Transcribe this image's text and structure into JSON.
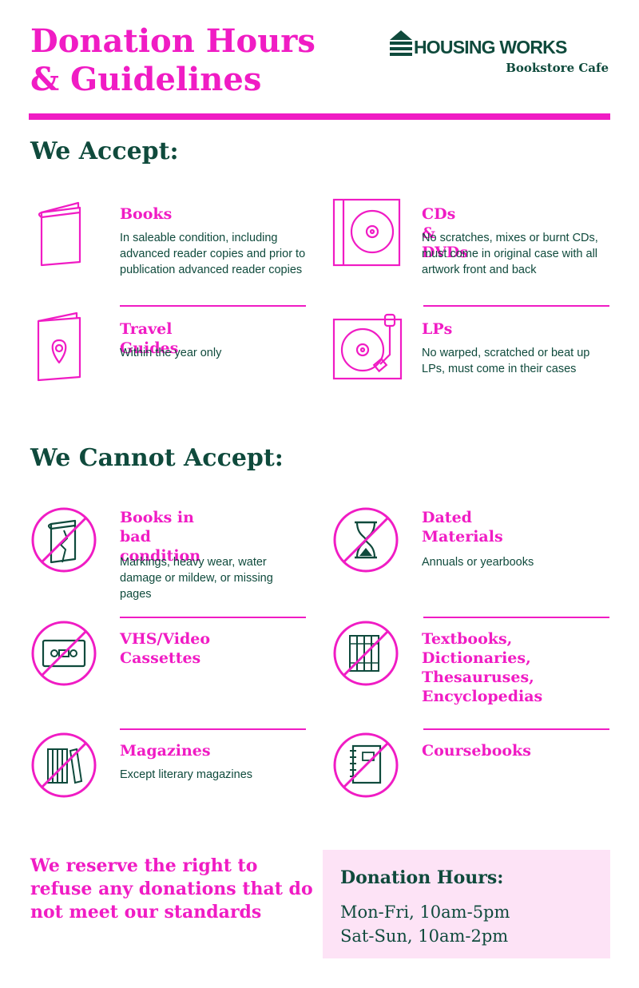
{
  "header": {
    "title_line1": "Donation Hours",
    "title_line2": "& Guidelines",
    "logo_name": "HOUSING WORKS",
    "logo_sub": "Bookstore Cafe"
  },
  "colors": {
    "pink": "#f01cc4",
    "green": "#0f4a3c",
    "hours_bg": "#fde3f6"
  },
  "accept": {
    "heading": "We Accept:",
    "items": [
      {
        "icon": "book-icon",
        "name": "Books",
        "desc": "In saleable condition, including advanced reader copies and prior to publication advanced reader copies"
      },
      {
        "icon": "cd-case-icon",
        "name": "CDs & DVDs",
        "desc": "No scratches, mixes or burnt CDs, must come in original case with all artwork front and back"
      },
      {
        "icon": "travel-guide-icon",
        "name": "Travel Guides",
        "desc": "Within the year only"
      },
      {
        "icon": "turntable-icon",
        "name": "LPs",
        "desc": "No warped, scratched or beat up LPs, must come in their cases"
      }
    ]
  },
  "cannot": {
    "heading": "We Cannot Accept:",
    "items": [
      {
        "icon": "damaged-book-icon",
        "name_line1": "Books in bad",
        "name_line2": "condition",
        "desc": "Markings, heavy wear, water damage or mildew, or missing pages"
      },
      {
        "icon": "hourglass-icon",
        "name_line1": "Dated",
        "name_line2": "Materials",
        "desc": "Annuals or yearbooks"
      },
      {
        "icon": "cassette-icon",
        "name_line1": "VHS/Video",
        "name_line2": "Cassettes",
        "desc": ""
      },
      {
        "icon": "textbooks-icon",
        "name_line1": "Textbooks,",
        "name_line2": "Dictionaries,",
        "name_line3": "Thesauruses,",
        "name_line4": "Encyclopedias",
        "desc": ""
      },
      {
        "icon": "magazines-icon",
        "name_line1": "Magazines",
        "desc": "Except literary magazines"
      },
      {
        "icon": "coursebook-icon",
        "name_line1": "Coursebooks",
        "desc": ""
      }
    ]
  },
  "footer": {
    "reserve": "We reserve the right to refuse any donations that do not meet our standards",
    "hours_title": "Donation Hours:",
    "hours_weekday": "Mon-Fri, 10am-5pm",
    "hours_weekend": "Sat-Sun, 10am-2pm"
  }
}
